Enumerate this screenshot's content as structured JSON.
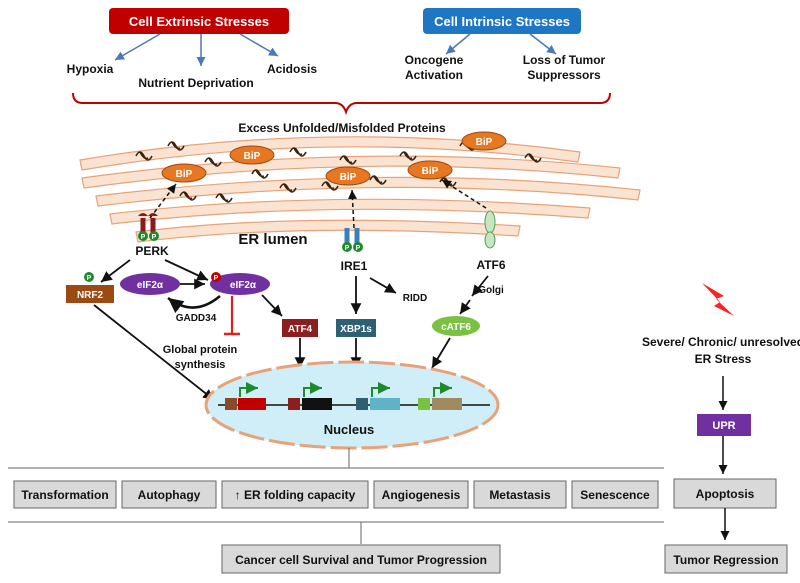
{
  "stresses": {
    "extrinsic": {
      "title": "Cell Extrinsic Stresses",
      "items": [
        "Hypoxia",
        "Nutrient Deprivation",
        "Acidosis"
      ]
    },
    "intrinsic": {
      "title": "Cell Intrinsic Stresses",
      "items": [
        "Oncogene",
        "Activation",
        "Loss of Tumor",
        "Suppressors"
      ]
    }
  },
  "er": {
    "unfolded_label": "Excess Unfolded/Misfolded Proteins",
    "lumen_label": "ER lumen",
    "bip_label": "BiP"
  },
  "sensors": {
    "perk": "PERK",
    "ire1": "IRE1",
    "atf6": "ATF6",
    "phospho": "P"
  },
  "pathway": {
    "nrf2": "NRF2",
    "eif2a": "eIF2α",
    "eif2a_p": "eIF2α",
    "gadd34": "GADD34",
    "global_protein": "Global protein",
    "synthesis": "synthesis",
    "atf4": "ATF4",
    "xbp1s": "XBP1s",
    "ridd": "RIDD",
    "golgi": "Golgi",
    "catf6": "cATF6"
  },
  "nucleus_label": "Nucleus",
  "outcomes": [
    "Transformation",
    "Autophagy",
    "↑ ER folding capacity",
    "Angiogenesis",
    "Metastasis",
    "Senescence"
  ],
  "survival_label": "Cancer cell Survival and Tumor Progression",
  "severe": {
    "line1": "Severe/ Chronic/ unresolved",
    "line2": "ER Stress",
    "upr": "UPR",
    "apoptosis": "Apoptosis",
    "regression": "Tumor Regression"
  },
  "colors": {
    "extrinsic": "#c00000",
    "intrinsic": "#1f77c4",
    "bip": "#e87722",
    "er_membrane": "#fbe3d2",
    "nucleus": "#cfeef7",
    "purple": "#7030a0",
    "teal": "#2e5f73",
    "green": "#7ac143",
    "brown": "#9c4a13",
    "gray_box": "#d9d9d9"
  }
}
